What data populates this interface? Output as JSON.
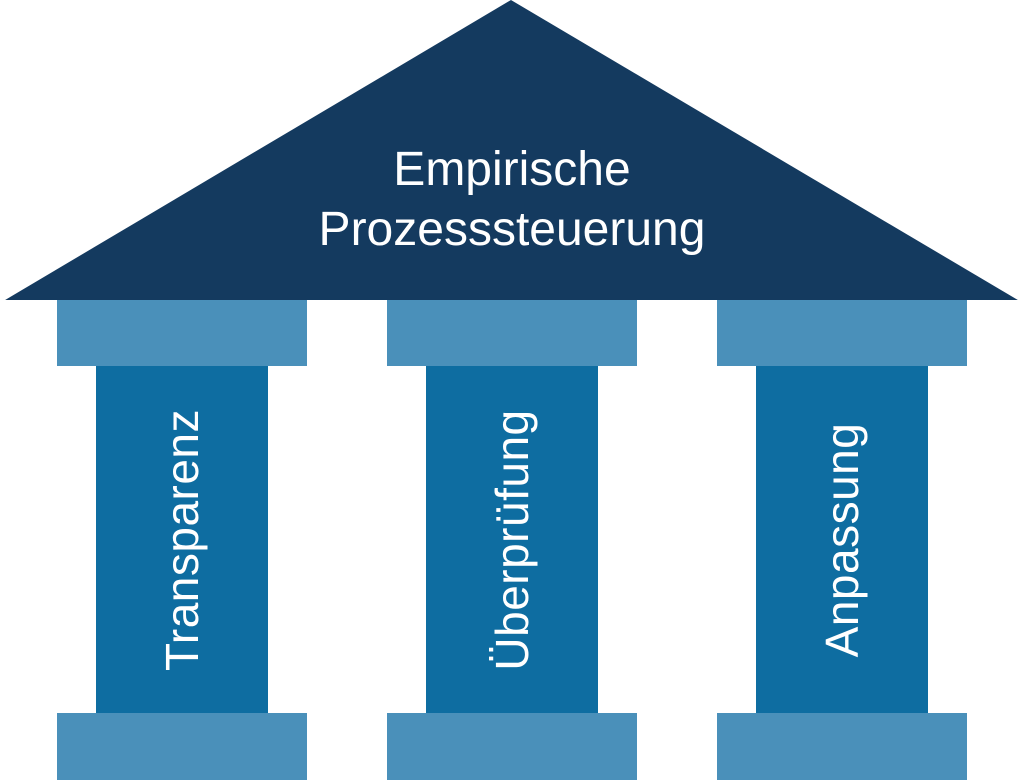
{
  "diagram": {
    "title": "Empirische Prozesssteuerung",
    "pillars": [
      {
        "label": "Transparenz"
      },
      {
        "label": "Überprüfung"
      },
      {
        "label": "Anpassung"
      }
    ],
    "colors": {
      "roof": "#143a5f",
      "capital": "#4a90ba",
      "shaft": "#0e6da1",
      "text": "#ffffff",
      "background": "#ffffff"
    }
  }
}
